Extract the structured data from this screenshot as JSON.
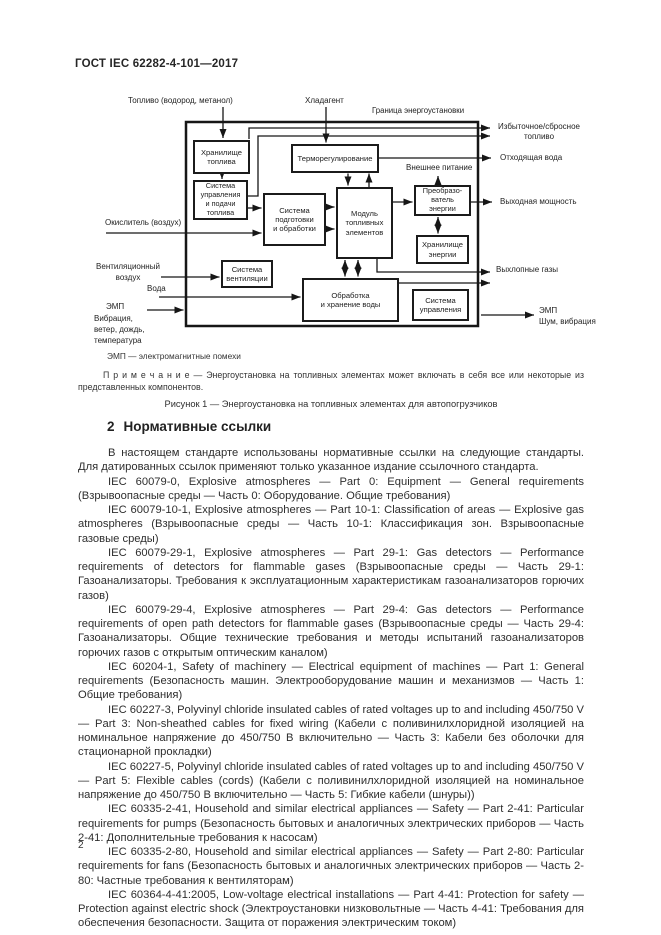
{
  "page": {
    "header": "ГОСТ IEC 62282-4-101—2017",
    "page_number": "2"
  },
  "figure": {
    "labels": {
      "fuel_in": "Топливо (водород, метанол)",
      "coolant": "Хладагент",
      "boundary": "Граница энергоустановки",
      "excess_fuel": "Избыточное/сбросное топливо",
      "waste_water": "Отходящая вода",
      "external_power": "Внешнее питание",
      "output_power": "Выходная мощность",
      "exhaust_gases": "Выхлопные газы",
      "emi_out_1": "ЭМП",
      "emi_out_2": "Шум, вибрация",
      "oxidizer": "Окислитель (воздух)",
      "vent_air": "Вентиляционный воздух",
      "water": "Вода",
      "emi_in": "ЭМП",
      "env_1": "Вибрация,",
      "env_2": "ветер, дождь,",
      "env_3": "температура"
    },
    "boxes": {
      "fuel_storage": [
        "Хранилище",
        "топлива"
      ],
      "fuel_control": [
        "Система",
        "управления",
        "и подачи",
        "топлива"
      ],
      "thermo": [
        "Терморегулирование"
      ],
      "prep": [
        "Система",
        "подготовки",
        "и обработки"
      ],
      "module": [
        "Модуль",
        "топливных",
        "элементов"
      ],
      "converter": [
        "Преобразо-",
        "ватель",
        "энергии"
      ],
      "energy_storage": [
        "Хранилище",
        "энергии"
      ],
      "vent": [
        "Система",
        "вентиляции"
      ],
      "water_proc": [
        "Обработка",
        "и хранение воды"
      ],
      "control": [
        "Система",
        "управления"
      ]
    },
    "footnote": "ЭМП — электромагнитные помехи",
    "note_label": "П р и м е ч а н и е —",
    "note_text": "Энергоустановка на топливных элементах может включать в себя все или некоторые из представленных компонентов.",
    "caption": "Рисунок 1 — Энергоустановка на топливных элементах для автопогрузчиков"
  },
  "section": {
    "number": "2",
    "title": "Нормативные ссылки",
    "paragraphs": [
      "В настоящем стандарте использованы нормативные ссылки на следующие стандарты. Для датированных ссылок применяют только указанное издание ссылочного стандарта.",
      "IEC 60079-0, Explosive atmospheres — Part 0: Equipment — General requirements (Взрывоопасные среды — Часть 0: Оборудование. Общие требования)",
      "IEC 60079-10-1, Explosive atmospheres — Part 10-1: Classification of areas — Explosive gas atmospheres (Взрывоопасные среды — Часть 10-1: Классификация зон. Взрывоопасные газовые среды)",
      "IEC 60079-29-1, Explosive atmospheres — Part 29-1: Gas detectors — Performance requirements of detectors for flammable gases (Взрывоопасные среды — Часть 29-1: Газоанализаторы. Требования к эксплуатационным характеристикам газоанализаторов горючих газов)",
      "IEC 60079-29-4, Explosive atmospheres — Part 29-4: Gas detectors — Performance requirements of open path detectors for flammable gases (Взрывоопасные среды — Часть 29-4: Газоанализаторы. Общие технические требования и методы испытаний газоанализаторов горючих газов с открытым оптическим каналом)",
      "IEC 60204-1, Safety of machinery — Electrical equipment of machines — Part 1: General requirements (Безопасность машин. Электрооборудование машин и механизмов — Часть 1: Общие требования)",
      "IEC 60227-3, Polyvinyl chloride insulated cables of rated voltages up to and including 450/750 V — Part 3: Non-sheathed cables for fixed wiring (Кабели с поливинилхлоридной изоляцией на номинальное напряжение до 450/750 В включительно — Часть 3: Кабели без оболочки для стационарной прокладки)",
      "IEC 60227-5, Polyvinyl chloride insulated cables of rated voltages up to and including 450/750 V — Part 5: Flexible cables (cords) (Кабели с поливинилхлоридной изоляцией на номинальное напряжение до 450/750 В включительно — Часть 5: Гибкие кабели (шнуры))",
      "IEC 60335-2-41, Household and similar electrical appliances — Safety — Part 2-41: Particular requirements for pumps (Безопасность бытовых и аналогичных электрических приборов — Часть 2-41: Дополнительные требования к насосам)",
      "IEC 60335-2-80, Household and similar electrical appliances — Safety — Part 2-80: Particular requirements for fans (Безопасность бытовых и аналогичных электрических приборов — Часть 2-80: Частные требования к вентиляторам)",
      "IEC 60364-4-41:2005, Low-voltage electrical installations — Part 4-41: Protection for safety — Protection against electric shock (Электроустановки низковольтные — Часть 4-41: Требования для обеспечения безопасности. Защита от поражения электрическим током)"
    ]
  }
}
